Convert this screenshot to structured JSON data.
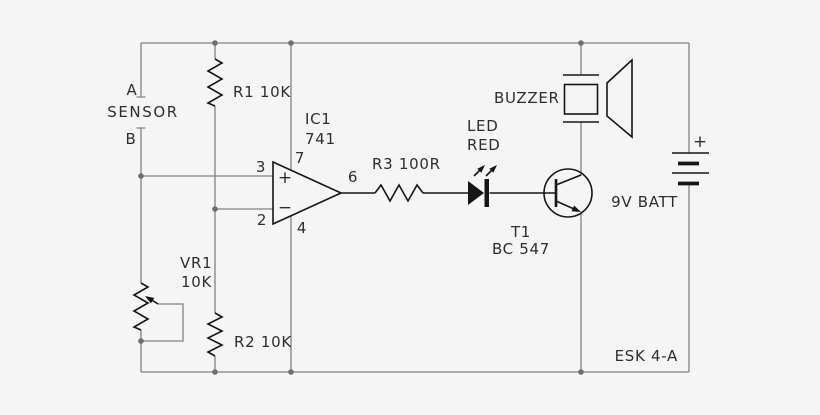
{
  "colors": {
    "background": "#f5f5f6",
    "wire": "#828282",
    "component": "#161616",
    "text": "#2e2e2e",
    "junction_dot": "#6e6e6e"
  },
  "diagram": {
    "sensor": {
      "terminal_a": "A",
      "name": "SENSOR",
      "terminal_b": "B"
    },
    "r1": {
      "label": "R1 10K"
    },
    "r2": {
      "label": "R2 10K"
    },
    "r3": {
      "label": "R3 100R"
    },
    "vr1": {
      "name": "VR1",
      "value": "10K"
    },
    "opamp": {
      "name": "IC1",
      "part": "741",
      "pin_noninverting": "3",
      "pin_inverting": "2",
      "pin_vplus": "7",
      "pin_vminus": "4",
      "pin_output": "6",
      "plus_sign": "+",
      "minus_sign": "−"
    },
    "led": {
      "line1": "LED",
      "line2": "RED"
    },
    "transistor": {
      "name": "T1",
      "part": "BC 547"
    },
    "buzzer": {
      "label": "BUZZER"
    },
    "battery": {
      "plus_sign": "+",
      "label": "9V BATT"
    },
    "board_id": "ESK 4-A"
  }
}
